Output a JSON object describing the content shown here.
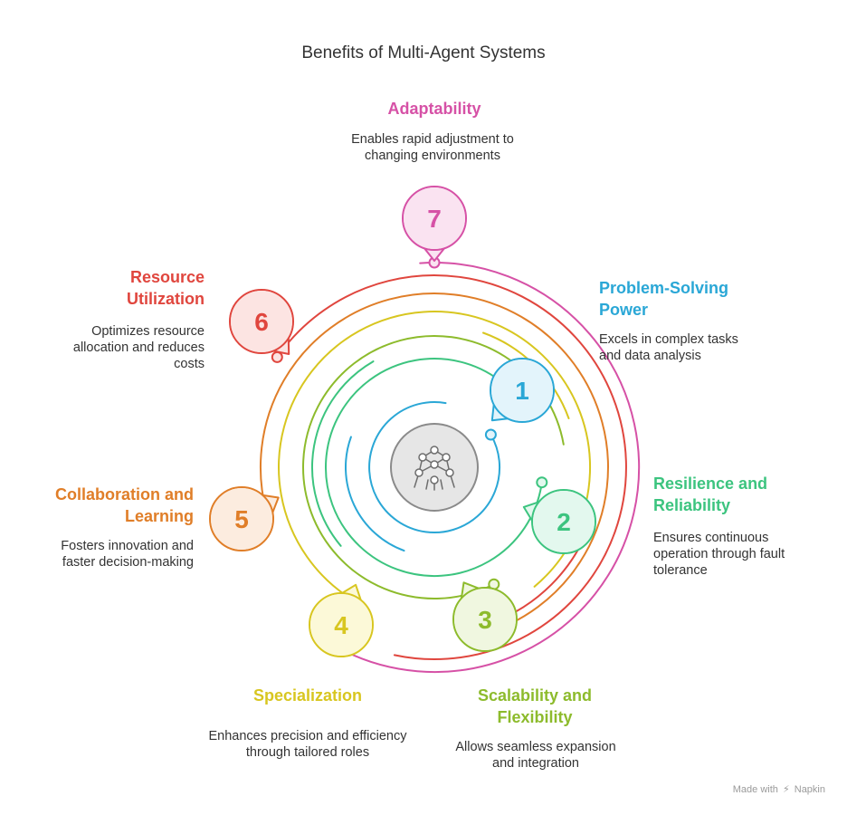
{
  "title": "Benefits of Multi-Agent Systems",
  "center_icon": "multi-agent-network-icon",
  "items": [
    {
      "number": "1",
      "title": "Problem-Solving Power",
      "description": "Excels in complex tasks and data analysis",
      "color": "#2aa7d6",
      "fill": "#e3f4fb"
    },
    {
      "number": "2",
      "title": "Resilience and Reliability",
      "description": "Ensures continuous operation through fault tolerance",
      "color": "#3cc47f",
      "fill": "#e3f8ee"
    },
    {
      "number": "3",
      "title": "Scalability and Flexibility",
      "description": "Allows seamless expansion and integration",
      "color": "#8dbb2c",
      "fill": "#f0f7e0"
    },
    {
      "number": "4",
      "title": "Specialization",
      "description": "Enhances precision and efficiency through tailored roles",
      "color": "#d8c620",
      "fill": "#fcf9d8"
    },
    {
      "number": "5",
      "title": "Collaboration and Learning",
      "description": "Fosters innovation and faster decision-making",
      "color": "#e07e28",
      "fill": "#fcecdf"
    },
    {
      "number": "6",
      "title": "Resource Utilization",
      "description": "Optimizes resource allocation and reduces costs",
      "color": "#e0463e",
      "fill": "#fce4e2"
    },
    {
      "number": "7",
      "title": "Adaptability",
      "description": "Enables rapid adjustment to changing environments",
      "color": "#d651a6",
      "fill": "#fae3f1"
    }
  ],
  "watermark": {
    "prefix": "Made with",
    "brand": "Napkin"
  }
}
